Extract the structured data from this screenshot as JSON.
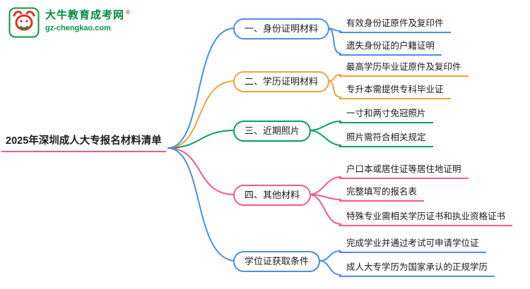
{
  "brand": {
    "name": "大牛教育成考网",
    "registered_mark": "®",
    "site": "gz-chengkao.com",
    "brand_color": "#009944",
    "logo": "bull-icon"
  },
  "root": {
    "label": "2025年深圳成人大专报名材料清单",
    "underline_color": "#f05a8e"
  },
  "branches": [
    {
      "label": "一、身份证明材料",
      "color": "#4a8fe2",
      "children": [
        "有效身份证原件及复印件",
        "遗失身份证的户籍证明"
      ]
    },
    {
      "label": "二、学历证明材料",
      "color": "#f2a33a",
      "children": [
        "最高学历毕业证原件及复印件",
        "专升本需提供专科毕业证"
      ]
    },
    {
      "label": "三、近期照片",
      "color": "#00a25e",
      "children": [
        "一寸和两寸免冠照片",
        "照片需符合相关规定"
      ]
    },
    {
      "label": "四、其他材料",
      "color": "#f05a8e",
      "children": [
        "户口本或居住证等居住地证明",
        "完整填写的报名表",
        "特殊专业需相关学历证书和执业资格证书"
      ]
    },
    {
      "label": "学位证获取条件",
      "color": "#4a8fe2",
      "children": [
        "完成学业并通过考试可申请学位证",
        "成人大专学历为国家承认的正规学历"
      ]
    }
  ]
}
